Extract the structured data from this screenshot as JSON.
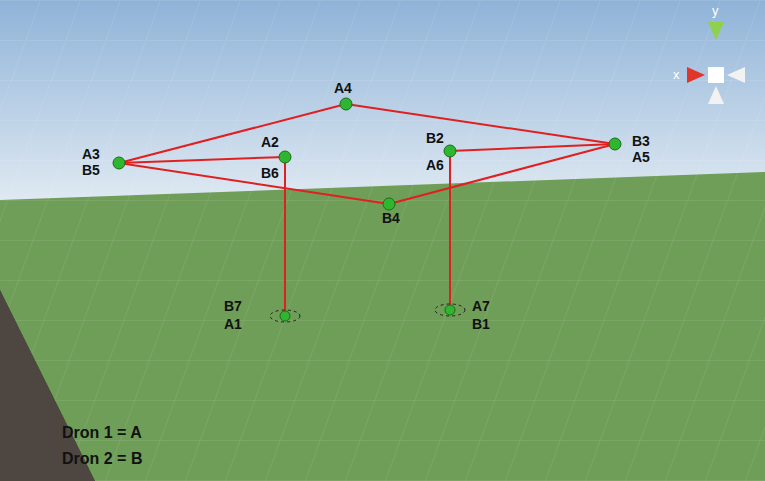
{
  "diagram": {
    "labels": [
      "A4",
      "A3",
      "B5",
      "A2",
      "B6",
      "B2",
      "A6",
      "B3",
      "A5",
      "B4",
      "B7",
      "A1",
      "A7",
      "B1",
      "Dron 1 = A",
      "Dron 2 = B",
      "x",
      "y"
    ]
  }
}
